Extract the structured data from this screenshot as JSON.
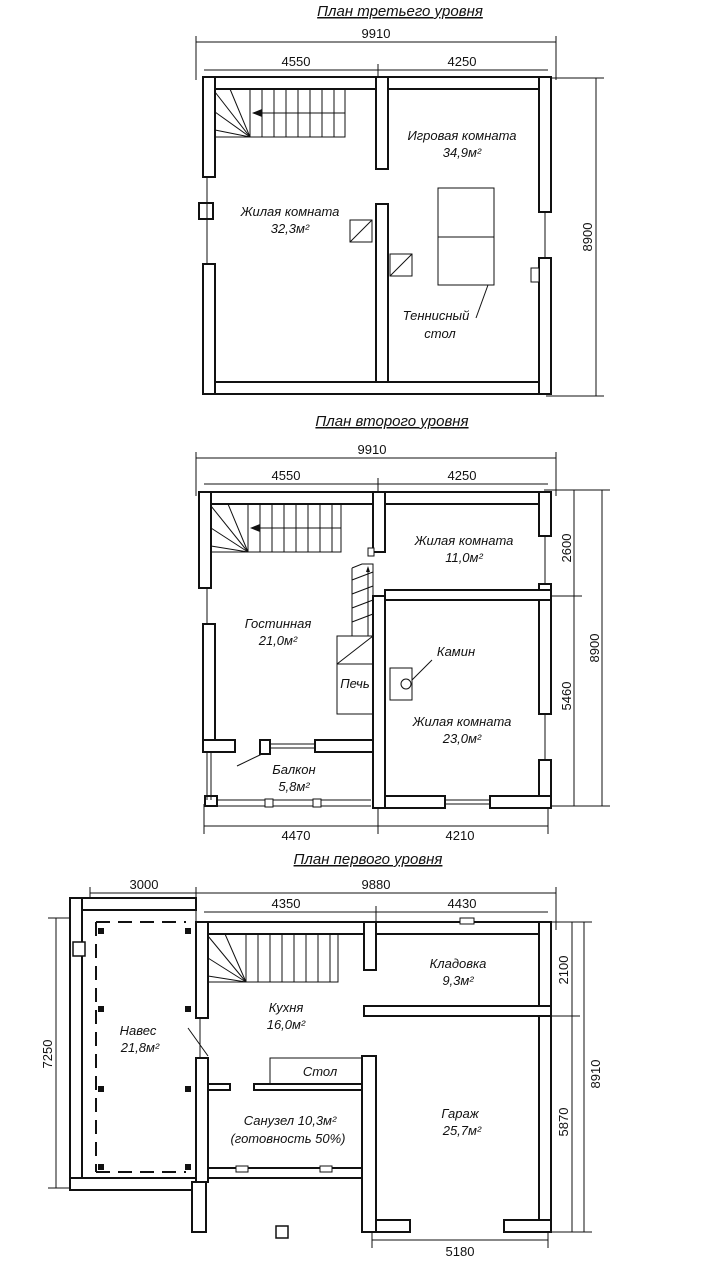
{
  "level3": {
    "title": "План третьего уровня",
    "dims": {
      "total": "9910",
      "left": "4550",
      "right": "4250",
      "height": "8900"
    },
    "rooms": {
      "living_name": "Жилая комната",
      "living_area": "32,3м²",
      "game_name": "Игровая комната",
      "game_area": "34,9м²",
      "tennis_line1": "Теннисный",
      "tennis_line2": "стол"
    }
  },
  "level2": {
    "title": "План второго уровня",
    "dims": {
      "total": "9910",
      "left": "4550",
      "right": "4250",
      "bottom_left": "4470",
      "bottom_right": "4210",
      "h1": "2600",
      "h2": "5460",
      "h_total": "8900"
    },
    "rooms": {
      "living_small_name": "Жилая комната",
      "living_small_area": "11,0м²",
      "guest_name": "Гостинная",
      "guest_area": "21,0м²",
      "fireplace": "Камин",
      "stove": "Печь",
      "living_big_name": "Жилая комната",
      "living_big_area": "23,0м²",
      "balcony_name": "Балкон",
      "balcony_area": "5,8м²"
    }
  },
  "level1": {
    "title": "План первого уровня",
    "dims": {
      "canopy_w": "3000",
      "total": "9880",
      "left": "4350",
      "right": "4430",
      "canopy_h": "7250",
      "h1": "2100",
      "h2": "5870",
      "h_total": "8910",
      "bottom": "5180"
    },
    "rooms": {
      "storage_name": "Кладовка",
      "storage_area": "9,3м²",
      "kitchen_name": "Кухня",
      "kitchen_area": "16,0м²",
      "canopy_name": "Навес",
      "canopy_area": "21,8м²",
      "table": "Стол",
      "bath_name": "Санузел 10,3м²",
      "bath_note": "(готовность 50%)",
      "garage_name": "Гараж",
      "garage_area": "25,7м²"
    }
  }
}
